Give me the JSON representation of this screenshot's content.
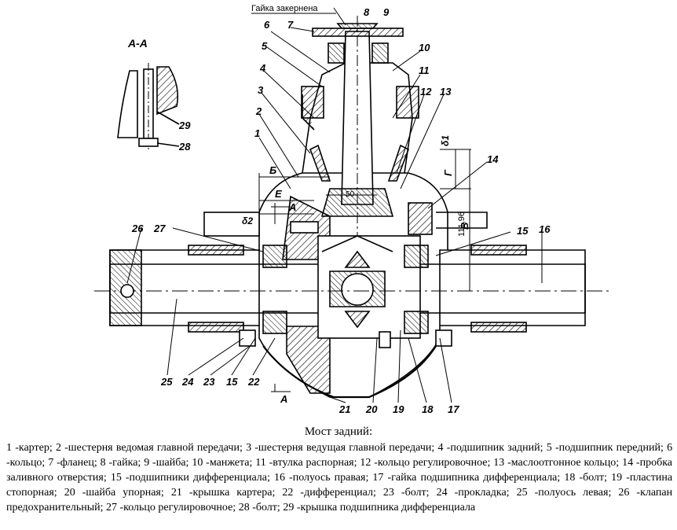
{
  "top_note": "Гайка закернена",
  "section_label": "А-А",
  "callouts": [
    "1",
    "2",
    "3",
    "4",
    "5",
    "6",
    "7",
    "8",
    "9",
    "10",
    "11",
    "12",
    "13",
    "14",
    "15",
    "16",
    "17",
    "18",
    "19",
    "20",
    "21",
    "22",
    "23",
    "24",
    "25",
    "26",
    "27",
    "28",
    "29"
  ],
  "callouts_extra": {
    "c15b": "15",
    "c28": "28",
    "c29": "29"
  },
  "dimension_labels": {
    "b": "Б",
    "e": "Е",
    "a_upper": "А",
    "a_lower": "А",
    "g": "Г",
    "v": "В",
    "delta1": "δ1",
    "delta2": "δ2",
    "dim_50": "50",
    "dim_111": "111,96"
  },
  "caption": {
    "title": "Мост задний:",
    "items": [
      "1 -картер;",
      "2 -шестерня ведомая главной передачи;",
      "3 -шестерня ведущая главной передачи;",
      "4 -подшипник задний;",
      "5 -подшипник передний;",
      "6 -кольцо;",
      "7 -фланец;",
      "8 -гайка;",
      "9 -шайба;",
      "10 -манжета;",
      "11 -втулка распорная;",
      "12 -кольцо регулировочное;",
      "13 -маслоотгонное кольцо;",
      "14 -пробка заливного отверстия;",
      "15 -подшипники дифференциала;",
      "16 -полуось правая;",
      "17 -гайка подшипника дифференциала;",
      "18 -болт;",
      "19 -пластина стопорная;",
      "20 -шайба упорная;",
      "21 -крышка картера;",
      "22 -дифференциал;",
      "23 -болт;",
      "24 -прокладка;",
      "25 -полуось левая;",
      "26 -клапан предохранительный;",
      "27 -кольцо регулировочное;",
      "28 -болт;",
      "29 -крышка подшипника дифференциала"
    ]
  }
}
